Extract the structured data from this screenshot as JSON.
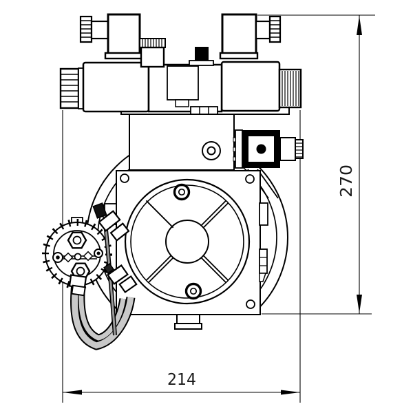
{
  "drawing": {
    "type": "engineering-cad-front-view",
    "dimensions": {
      "width": {
        "label": "214"
      },
      "height": {
        "label": "270"
      }
    },
    "colors": {
      "line": "#000000",
      "background": "#ffffff",
      "hose_fill": "#c9c9c9",
      "rod_fill": "#999999",
      "fitting_dark": "#111111"
    }
  }
}
